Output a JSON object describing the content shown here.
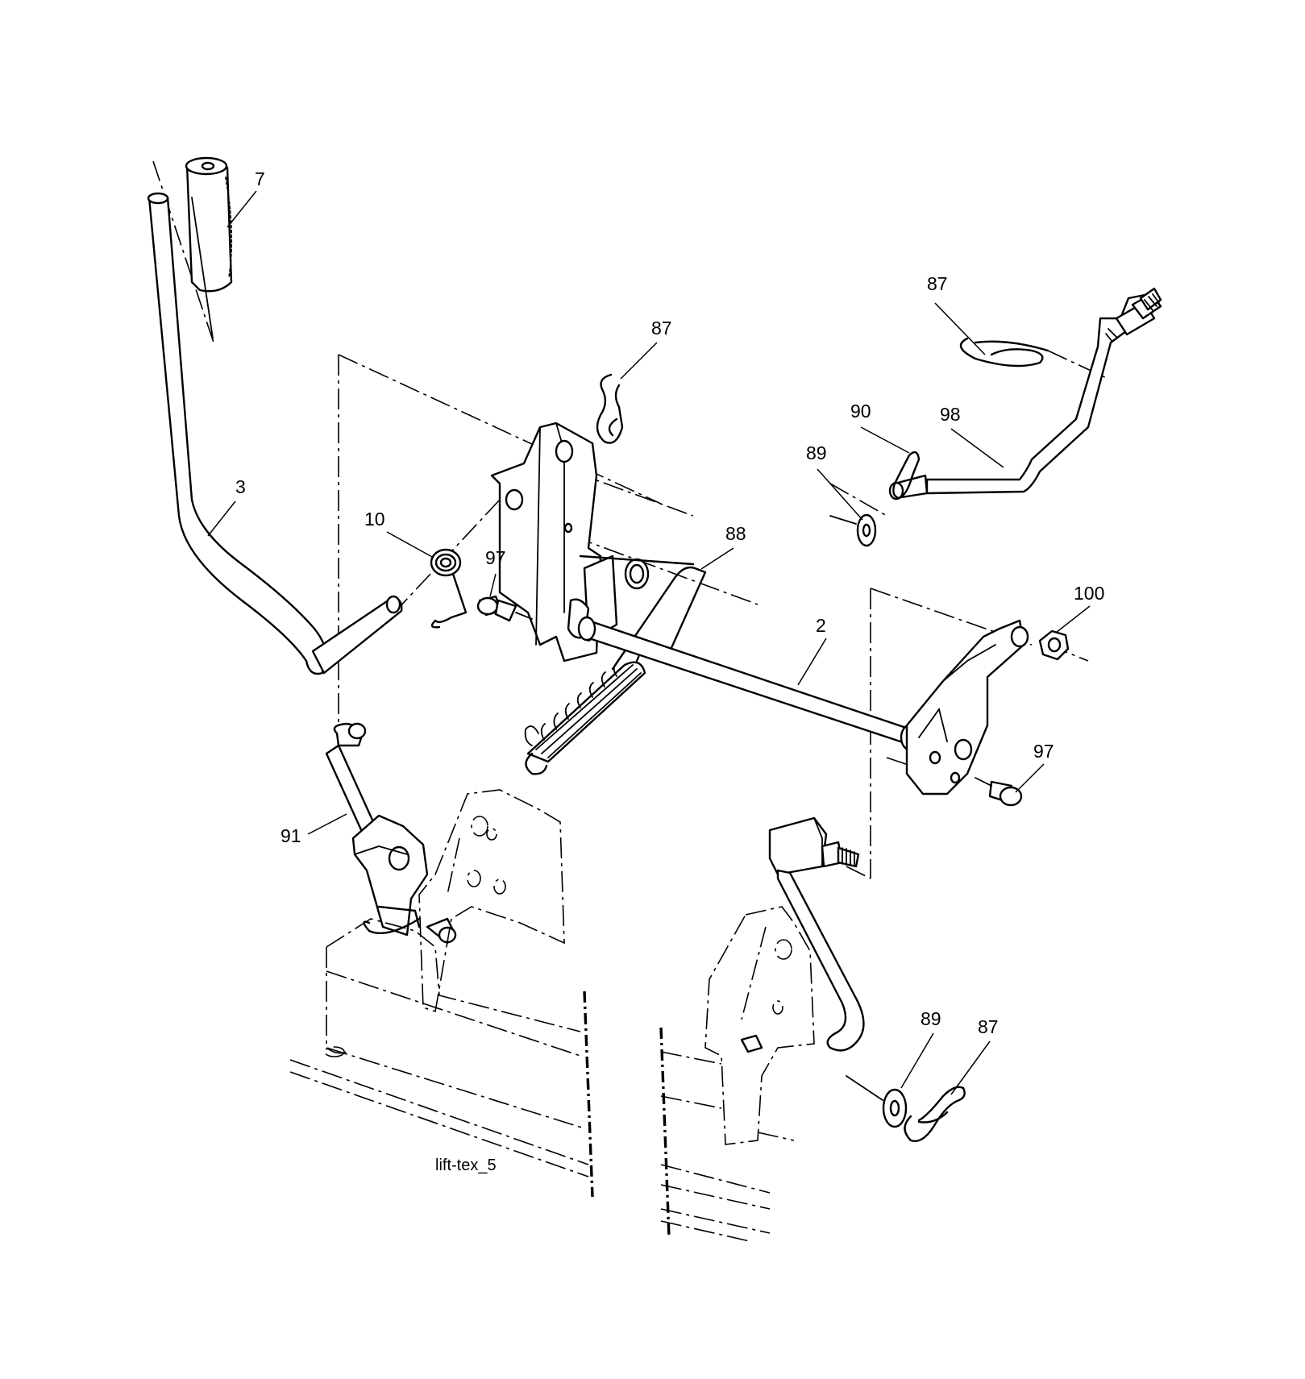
{
  "diagram": {
    "caption": "lift-tex_5",
    "callouts": {
      "c7": "7",
      "c3": "3",
      "c87a": "87",
      "c87b": "87",
      "c87c": "87",
      "c90": "90",
      "c98": "98",
      "c89a": "89",
      "c89b": "89",
      "c10": "10",
      "c97a": "97",
      "c97b": "97",
      "c88": "88",
      "c2": "2",
      "c100": "100",
      "c91": "91"
    }
  }
}
